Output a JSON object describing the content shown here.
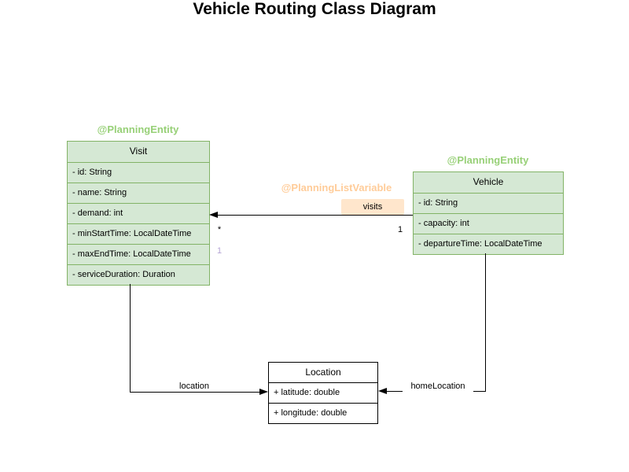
{
  "title": "Vehicle Routing Class Diagram",
  "colors": {
    "class_fill": "#d5e8d4",
    "class_border": "#82b366",
    "annotation_green": "#97d077",
    "annotation_orange": "#ffcc99",
    "label_fill_orange": "#ffe6cc",
    "multiplicity_purple": "#b5a5d5",
    "plain_class_border": "#000000",
    "edge_color": "#000000"
  },
  "classes": {
    "visit": {
      "annotation": "@PlanningEntity",
      "name": "Visit",
      "attributes": [
        "- id: String",
        "- name: String",
        "- demand: int",
        "- minStartTime: LocalDateTime",
        "- maxEndTime: LocalDateTime",
        "- serviceDuration: Duration"
      ]
    },
    "vehicle": {
      "annotation": "@PlanningEntity",
      "name": "Vehicle",
      "attributes": [
        "- id: String",
        "- capacity: int",
        "- departureTime: LocalDateTime"
      ]
    },
    "location": {
      "name": "Location",
      "attributes": [
        "+ latitude: double",
        "+ longitude: double"
      ]
    }
  },
  "edges": {
    "visits": {
      "annotation": "@PlanningListVariable",
      "label": "visits",
      "multiplicity_at_visit": "*",
      "multiplicity_at_vehicle": "1",
      "secondary_multiplicity": "1"
    },
    "visit_location": {
      "label": "location"
    },
    "vehicle_location": {
      "label": "homeLocation"
    }
  }
}
